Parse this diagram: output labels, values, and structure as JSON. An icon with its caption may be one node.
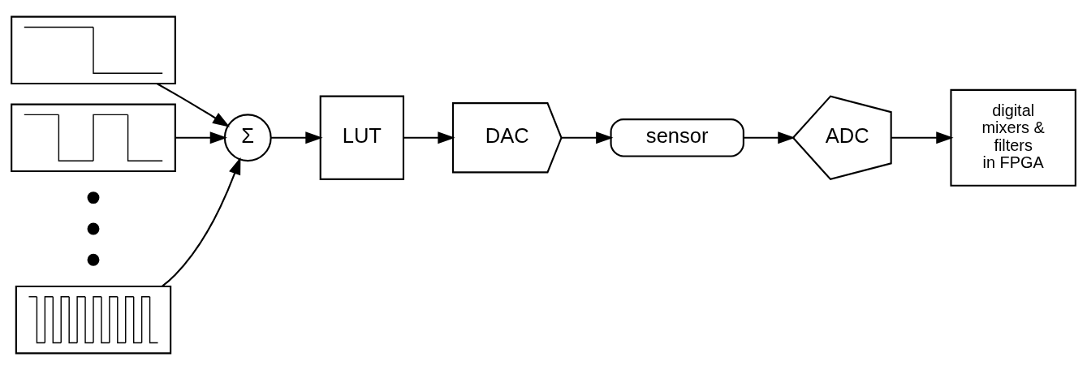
{
  "diagram": {
    "nodes": [
      {
        "text": [],
        "shape": "picture"
      },
      {
        "text": [],
        "shape": "picture"
      },
      {
        "text": [],
        "shape": "picture"
      },
      {
        "text": [
          "Σ"
        ]
      },
      {
        "text": [
          "LUT"
        ]
      },
      {
        "text": [
          "DAC"
        ]
      },
      {
        "text": [
          "sensor"
        ]
      },
      {
        "text": [
          "ADC"
        ]
      },
      {
        "text": [
          "digital mixers & filters in FPGA"
        ]
      }
    ],
    "edges": [
      {
        "from": 0,
        "to": 3,
        "arrow": "to"
      },
      {
        "from": 1,
        "to": 3,
        "arrow": "to"
      },
      {
        "from": 2,
        "to": 3,
        "arrow": "to"
      },
      {
        "from": 3,
        "to": 4,
        "arrow": "to"
      },
      {
        "from": 4,
        "to": 5,
        "arrow": "to"
      },
      {
        "from": 5,
        "to": 6,
        "arrow": "to"
      },
      {
        "from": 6,
        "to": 7,
        "arrow": "to"
      },
      {
        "from": 7,
        "to": 8,
        "arrow": "to"
      }
    ]
  }
}
